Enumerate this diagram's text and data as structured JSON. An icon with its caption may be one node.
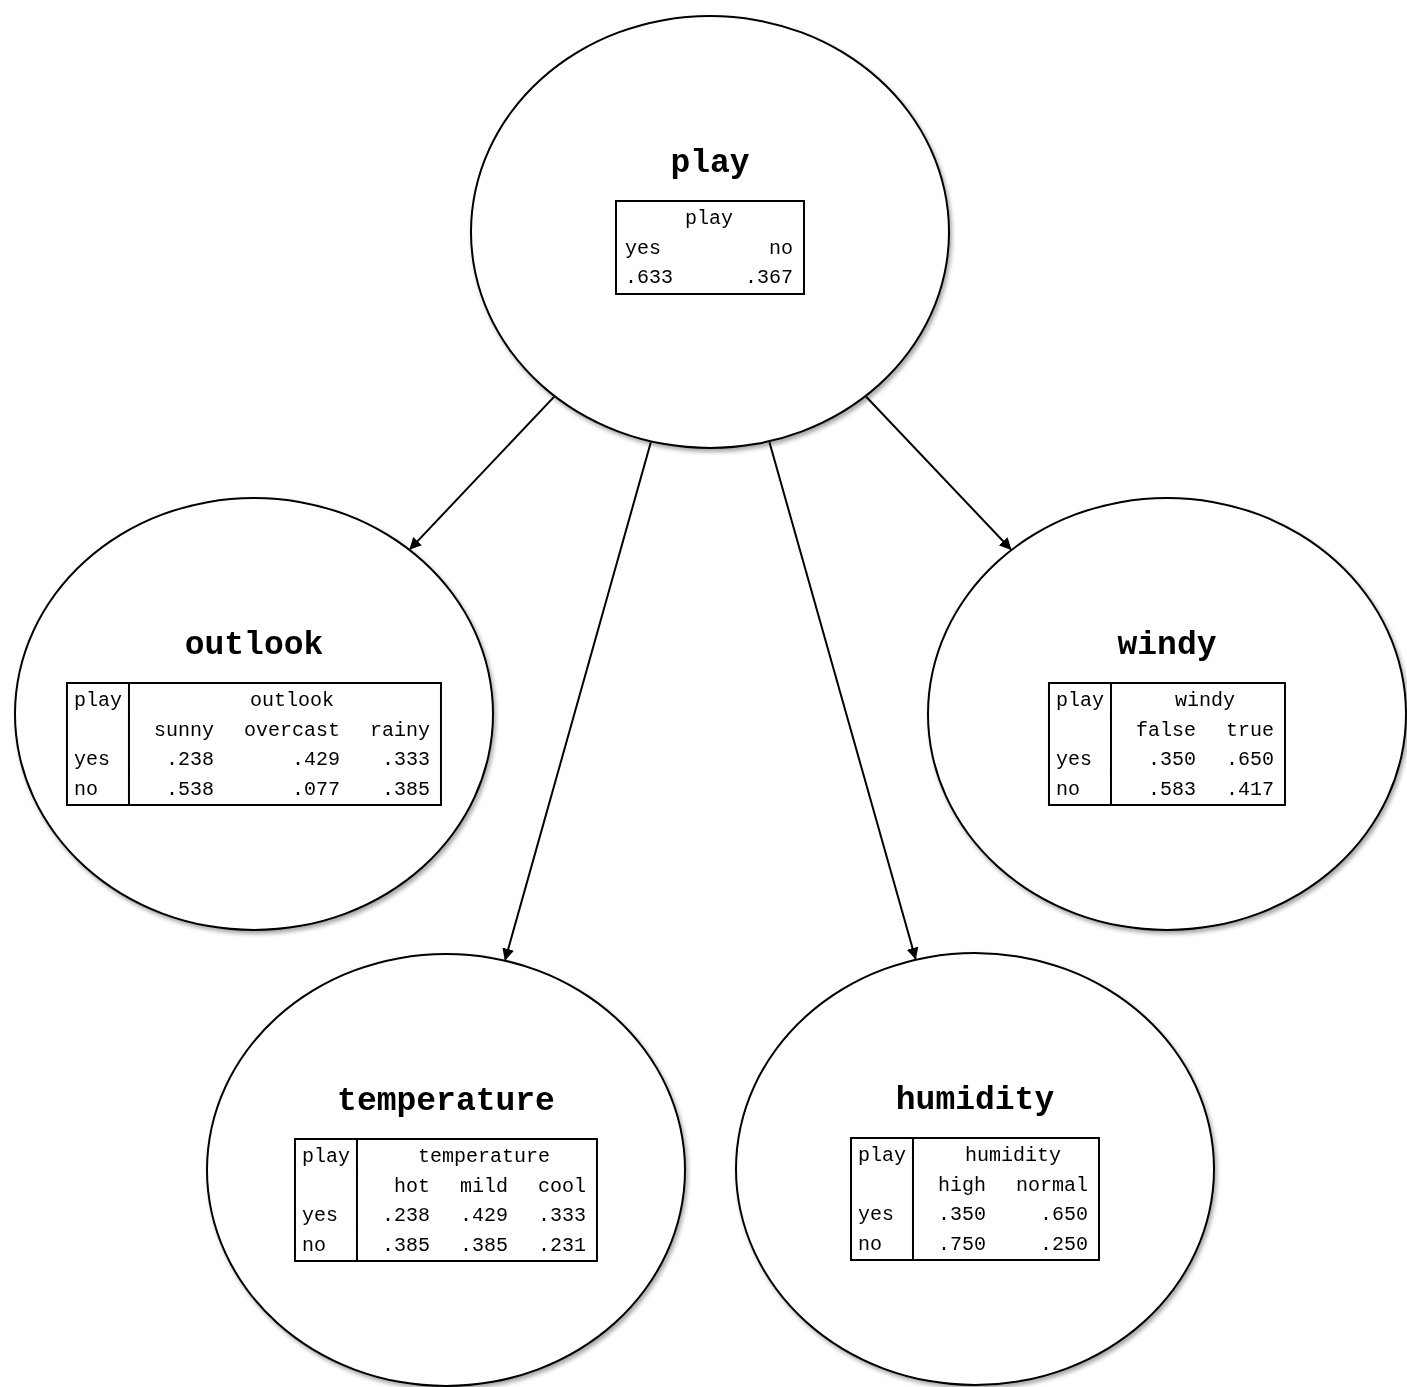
{
  "diagram": {
    "nodes": [
      {
        "text": [
          "play"
        ]
      },
      {
        "text": [
          "play",
          "yes",
          "no",
          ".633",
          ".367"
        ],
        "in": 0
      },
      {
        "text": [
          "outlook"
        ]
      },
      {
        "text": [
          "play",
          "outlook",
          "sunny",
          "overcast",
          "rainy",
          "yes",
          ".238",
          ".429",
          ".333",
          "no",
          ".538",
          ".077",
          ".385"
        ],
        "in": 2
      },
      {
        "text": [
          "windy"
        ]
      },
      {
        "text": [
          "play",
          "windy",
          "false",
          "true",
          "yes",
          ".350",
          ".650",
          "no",
          ".583",
          ".417"
        ],
        "in": 4
      },
      {
        "text": [
          "temperature"
        ]
      },
      {
        "text": [
          "play",
          "temperature",
          "hot",
          "mild",
          "cool",
          "yes",
          ".238",
          ".429",
          ".333",
          "no",
          ".385",
          ".385",
          ".231"
        ],
        "in": 6
      },
      {
        "text": [
          "humidity"
        ]
      },
      {
        "text": [
          "play",
          "humidity",
          "high",
          "normal",
          "yes",
          ".350",
          ".650",
          "no",
          ".750",
          ".250"
        ],
        "in": 8
      }
    ],
    "edges": [
      {
        "from": 0,
        "to": 2,
        "arrow": "to"
      },
      {
        "from": 0,
        "to": 6,
        "arrow": "to"
      },
      {
        "from": 0,
        "to": 8,
        "arrow": "to"
      },
      {
        "from": 0,
        "to": 4,
        "arrow": "to"
      }
    ]
  }
}
